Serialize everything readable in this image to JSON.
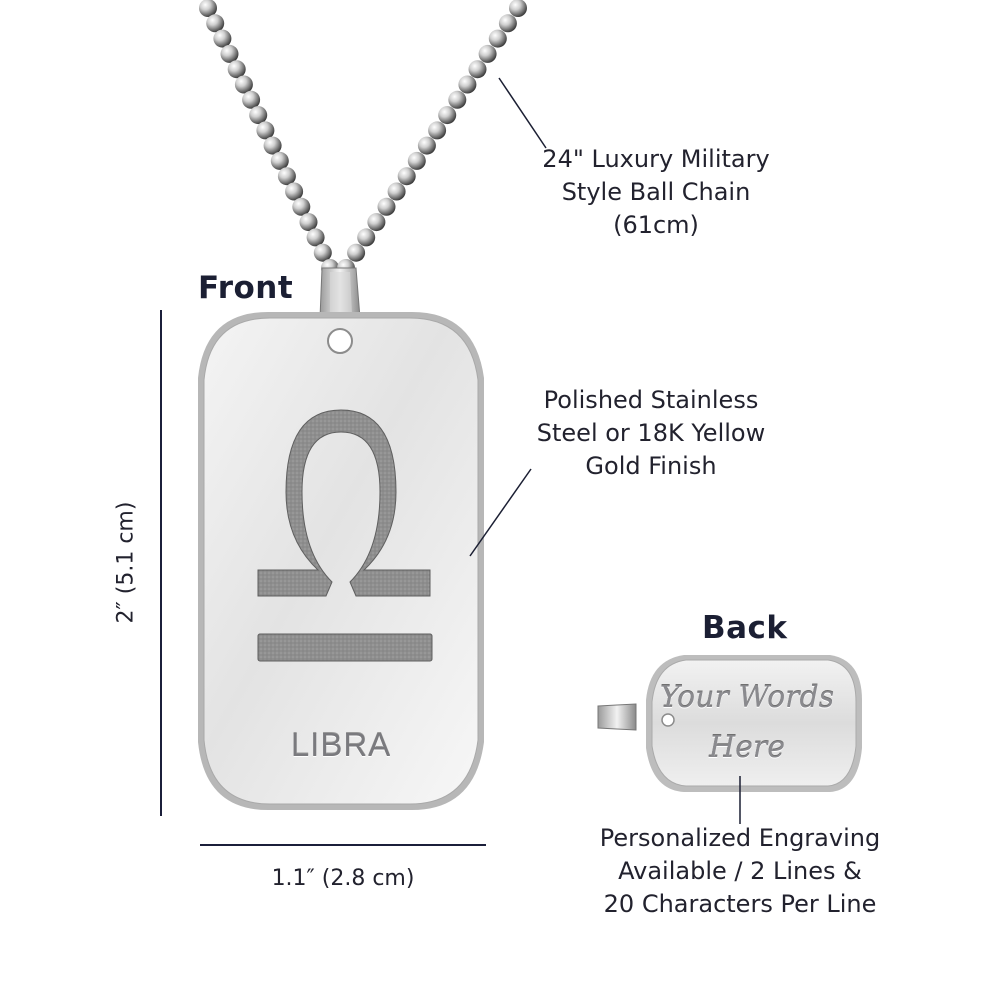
{
  "labels": {
    "front": "Front",
    "back": "Back",
    "chain_lines": [
      "24\" Luxury Military",
      "Style Ball Chain",
      "(61cm)"
    ],
    "finish_lines": [
      "Polished Stainless",
      "Steel or 18K Yellow",
      "Gold Finish"
    ],
    "engraving_lines": [
      "Personalized Engraving",
      "Available / 2 Lines &",
      "20 Characters Per Line"
    ]
  },
  "dimensions": {
    "height": "2″ (5.1 cm)",
    "width": "1.1″ (2.8 cm)"
  },
  "front_tag": {
    "sign_name": "LIBRA",
    "symbol_icon": "libra-symbol-icon"
  },
  "back_tag": {
    "line1": "Your Words",
    "line2": "Here"
  },
  "colors": {
    "steel": "#d9d9d9",
    "engraving": "#8f8f8f",
    "dimension_line": "#1b1f3a",
    "leader_line": "#1b1f33"
  }
}
